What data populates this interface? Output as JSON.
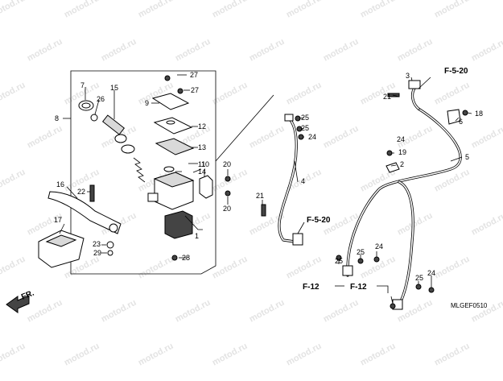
{
  "diagram_code": "MLGEF0510",
  "front_indicator": "FR.",
  "watermark": "motod.ru",
  "refs": {
    "f520_top": "F-5-20",
    "f520_mid": "F-5-20",
    "f12_left": "F-12",
    "f12_right": "F-12"
  },
  "labels": [
    "1",
    "2",
    "3",
    "4",
    "5",
    "6",
    "7",
    "8",
    "9",
    "10",
    "11",
    "12",
    "13",
    "14",
    "15",
    "16",
    "17",
    "18",
    "19",
    "20",
    "20",
    "21",
    "21",
    "22",
    "23",
    "24",
    "24",
    "24",
    "24",
    "25",
    "25",
    "25",
    "25",
    "25",
    "26",
    "27",
    "27",
    "28",
    "29"
  ]
}
